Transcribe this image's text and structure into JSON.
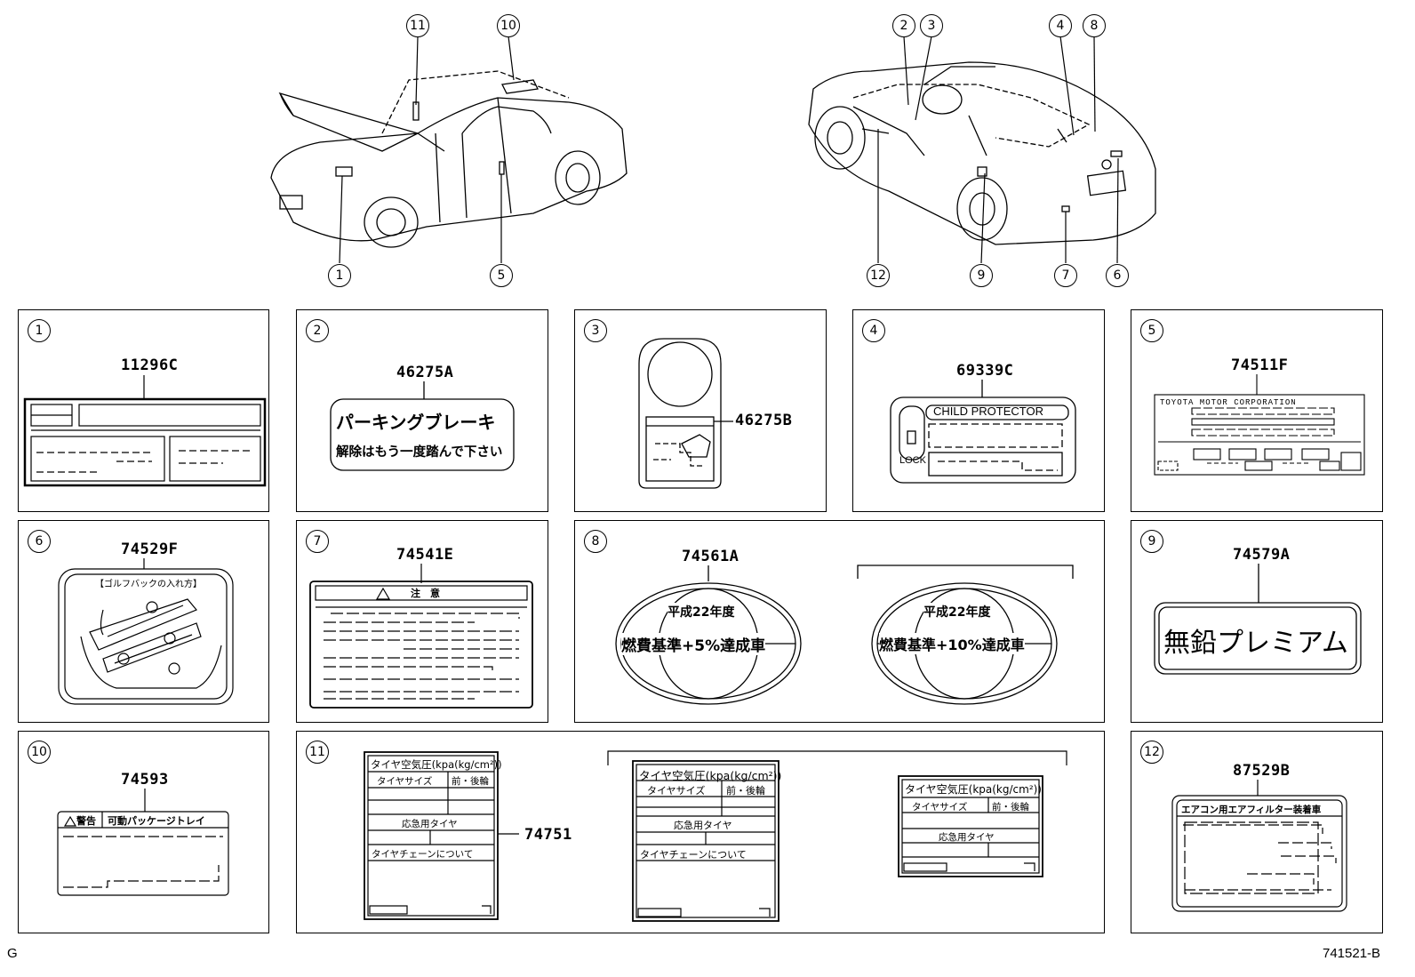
{
  "callouts_top": {
    "c1": "1",
    "c2": "2",
    "c3": "3",
    "c4": "4",
    "c5": "5",
    "c6": "6",
    "c7": "7",
    "c8": "8",
    "c9": "9",
    "c10": "10",
    "c11": "11",
    "c12": "12"
  },
  "panels": [
    {
      "index": "1",
      "part": "11296C"
    },
    {
      "index": "2",
      "part": "46275A",
      "line1": "パーキングブレーキ",
      "line2": "解除はもう一度踏んで下さい"
    },
    {
      "index": "3",
      "part": "46275B"
    },
    {
      "index": "4",
      "part": "69339C",
      "header": "CHILD PROTECTOR",
      "lock": "LOCK"
    },
    {
      "index": "5",
      "part": "74511F",
      "header": "TOYOTA MOTOR CORPORATION"
    },
    {
      "index": "6",
      "part": "74529F",
      "header": "【ゴルフバックの入れ方】"
    },
    {
      "index": "7",
      "part": "74541E",
      "header": "注　意"
    },
    {
      "index": "8",
      "part": "74561A",
      "year": "平成22年度",
      "text_a": "燃費基準+5%達成車",
      "text_b": "燃費基準+10%達成車"
    },
    {
      "index": "9",
      "part": "74579A",
      "text": "無鉛プレミアム"
    },
    {
      "index": "10",
      "part": "74593",
      "header_a": "警告",
      "header_b": "可動パッケージトレイ"
    },
    {
      "index": "11",
      "part": "74751",
      "title": "タイヤ空気圧(kpa(kg/cm²))",
      "size": "タイヤサイズ",
      "axle": "前・後輪",
      "spare": "応急用タイヤ",
      "chain": "タイヤチェーンについて"
    },
    {
      "index": "12",
      "part": "87529B",
      "header": "エアコン用エアフィルター装着車"
    }
  ],
  "footer": {
    "left": "G",
    "right": "741521-B"
  }
}
